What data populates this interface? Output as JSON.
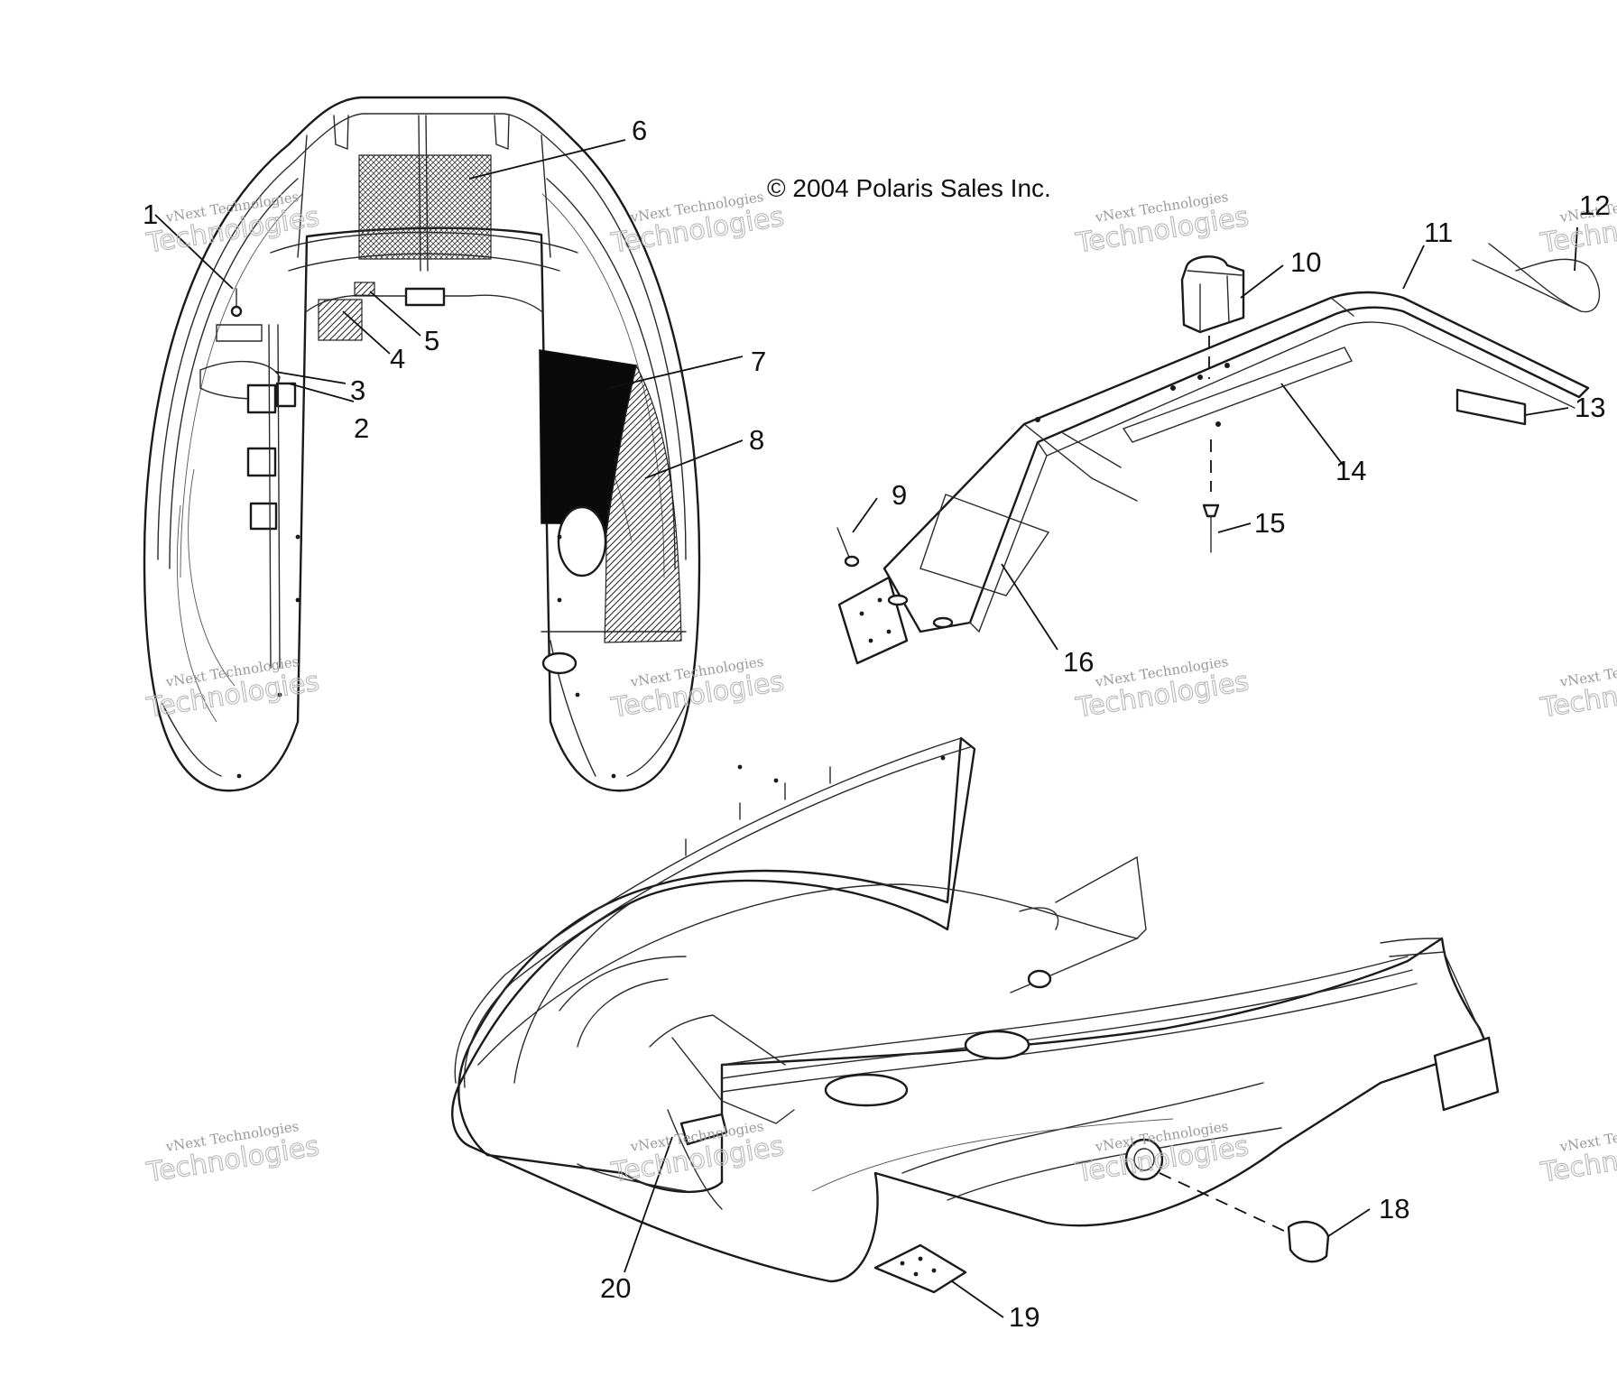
{
  "copyright": "© 2004 Polaris Sales Inc.",
  "watermark": {
    "line1": "vNext Technologies",
    "line2": "Technologies"
  },
  "callouts": [
    "1",
    "2",
    "3",
    "4",
    "5",
    "6",
    "7",
    "8",
    "9",
    "10",
    "11",
    "12",
    "13",
    "14",
    "15",
    "16",
    "18",
    "19",
    "20"
  ],
  "colors": {
    "line": "#1a1a1a",
    "background": "#ffffff",
    "watermark": "#b8b8b8"
  }
}
